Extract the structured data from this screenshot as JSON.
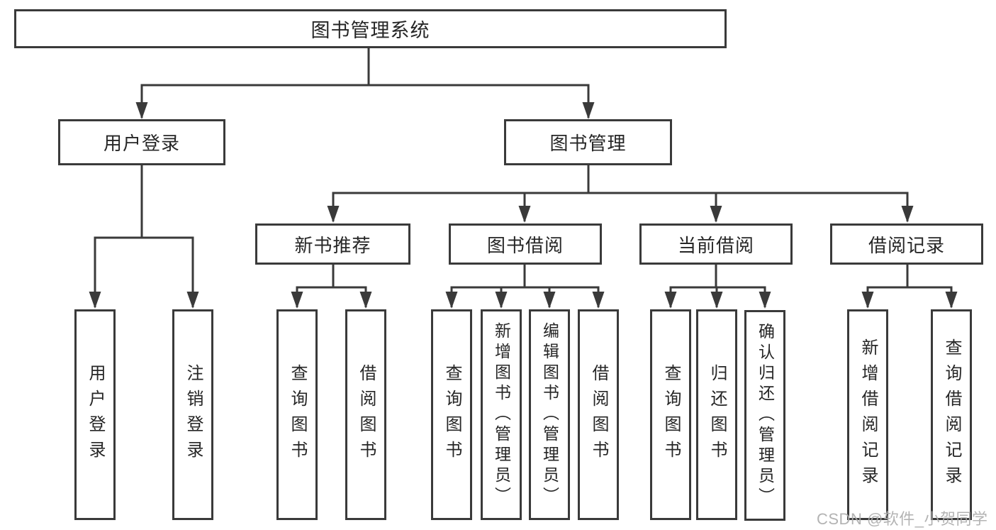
{
  "diagram_title": "图书管理系统",
  "tree": {
    "root": {
      "label": "图书管理系统",
      "children": [
        {
          "label": "用户登录",
          "children": [
            {
              "label": "用户登录"
            },
            {
              "label": "注销登录"
            }
          ]
        },
        {
          "label": "图书管理",
          "children": [
            {
              "label": "新书推荐",
              "children": [
                {
                  "label": "查询图书"
                },
                {
                  "label": "借阅图书"
                }
              ]
            },
            {
              "label": "图书借阅",
              "children": [
                {
                  "label": "查询图书"
                },
                {
                  "label": "新增图书（管理员）"
                },
                {
                  "label": "编辑图书（管理员）"
                },
                {
                  "label": "借阅图书"
                }
              ]
            },
            {
              "label": "当前借阅",
              "children": [
                {
                  "label": "查询图书"
                },
                {
                  "label": "归还图书"
                },
                {
                  "label": "确认归还（管理员）"
                }
              ]
            },
            {
              "label": "借阅记录",
              "children": [
                {
                  "label": "新增借阅记录"
                },
                {
                  "label": "查询借阅记录"
                }
              ]
            }
          ]
        }
      ]
    }
  },
  "watermark": "CSDN @软件_小贺同学",
  "colors": {
    "line": "#3a3a3a",
    "box_border": "#3a3a3a",
    "text": "#262626",
    "background": "#ffffff",
    "watermark": "#acacac"
  }
}
